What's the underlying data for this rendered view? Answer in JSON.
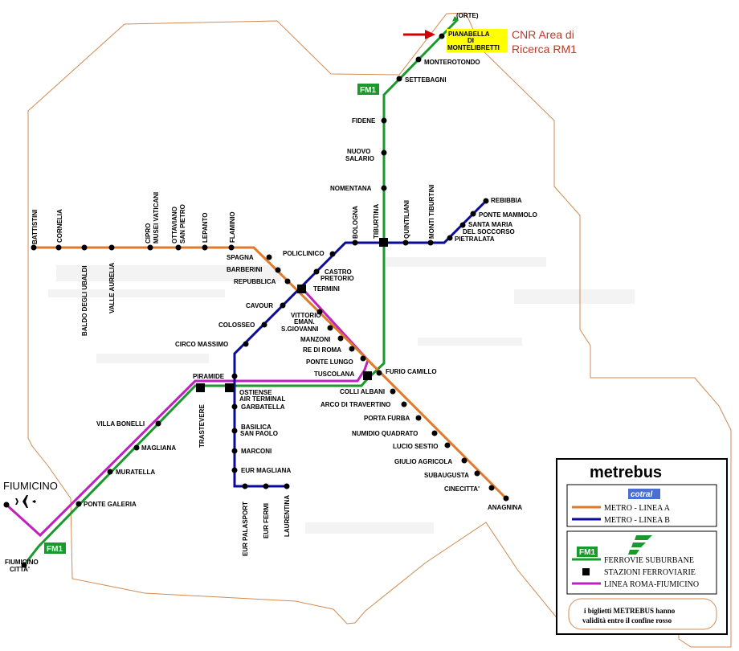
{
  "map": {
    "origin_label": "(ORTE)",
    "cnr_label_line1": "CNR Area di",
    "cnr_label_line2": "Ricerca RM1",
    "fiumicino_label": "FIUMICINO",
    "fm1_badge": "FM1",
    "highlighted_station": "PIANABELLA DI MONTELIBRETTI",
    "colors": {
      "line_a": "#e07a2b",
      "line_b": "#0a0a9c",
      "fm1": "#1a9a2a",
      "fiumicino_express": "#c020c0",
      "boundary": "#d08a50",
      "highlight": "#ffff00",
      "arrow": "#d00000"
    },
    "stations": {
      "orte": "(ORTE)",
      "pianabella_1": "PIANABELLA",
      "pianabella_2": "DI",
      "pianabella_3": "MONTELIBRETTI",
      "monterotondo": "MONTEROTONDO",
      "settebagni": "SETTEBAGNI",
      "fidene": "FIDENE",
      "nuovo_salario_1": "NUOVO",
      "nuovo_salario_2": "SALARIO",
      "nomentana": "NOMENTANA",
      "tiburtina": "TIBURTINA",
      "bologna": "BOLOGNA",
      "quintiliani": "QUINTILIANI",
      "monti_tiburtini": "MONTI TIBURTINI",
      "rebibbia": "REBIBBIA",
      "ponte_mammolo": "PONTE MAMMOLO",
      "santa_maria_1": "SANTA MARIA",
      "santa_maria_2": "DEL SOCCORSO",
      "pietralata": "PIETRALATA",
      "policlinico": "POLICLINICO",
      "castro_pretorio_1": "CASTRO",
      "castro_pretorio_2": "PRETORIO",
      "termini": "TERMINI",
      "battistini": "BATTISTINI",
      "cornelia": "CORNELIA",
      "baldo": "BALDO DEGLI UBALDI",
      "valle_aurelia": "VALLE AURELIA",
      "cipro_1": "CIPRO",
      "cipro_2": "MUSEI VATICANI",
      "ottaviano_1": "OTTAVIANO",
      "ottaviano_2": "SAN PIETRO",
      "lepanto": "LEPANTO",
      "flaminio": "FLAMINIO",
      "spagna": "SPAGNA",
      "barberini": "BARBERINI",
      "repubblica": "REPUBBLICA",
      "cavour": "CAVOUR",
      "vittorio_1": "VITTORIO",
      "vittorio_2": "EMAN.",
      "san_giovanni": "S.GIOVANNI",
      "colosseo": "COLOSSEO",
      "manzoni": "MANZONI",
      "circo_massimo": "CIRCO MASSIMO",
      "re_di_roma": "RE DI ROMA",
      "ponte_lungo": "PONTE LUNGO",
      "tuscolana": "TUSCOLANA",
      "furio_camillo": "FURIO CAMILLO",
      "piramide": "PIRAMIDE",
      "ostiense_1": "OSTIENSE",
      "ostiense_2": "AIR TERMINAL",
      "garbatella": "GARBATELLA",
      "colli_albani": "COLLI ALBANI",
      "arco": "ARCO DI TRAVERTINO",
      "porta_furba": "PORTA FURBA",
      "numidio": "NUMIDIO QUADRATO",
      "lucio_sestio": "LUCIO SESTIO",
      "giulio_agricola": "GIULIO AGRICOLA",
      "subaugusta": "SUBAUGUSTA",
      "cinecitta": "CINECITTA'",
      "anagnina": "ANAGNINA",
      "trastevere": "TRASTEVERE",
      "villa_bonelli": "VILLA BONELLI",
      "magliana": "MAGLIANA",
      "muratella": "MURATELLA",
      "ponte_galeria": "PONTE GALERIA",
      "basilica_1": "BASILICA",
      "basilica_2": "SAN PAOLO",
      "marconi": "MARCONI",
      "eur_magliana": "EUR  MAGLIANA",
      "eur_palasport": "EUR  PALASPORT",
      "eur_fermi": "EUR  FERMI",
      "laurentina": "LAURENTINA",
      "fiumicino_citta_1": "FIUMICINO",
      "fiumicino_citta_2": "CITTA'"
    }
  },
  "legend": {
    "title": "metrebus",
    "cotral_logo": "cotral",
    "line_a": "METRO  - LINEA A",
    "line_b": "METRO  - LINEA B",
    "fm1_badge": "FM1",
    "suburban": "FERROVIE SUBURBANE",
    "stations": "STAZIONI FERROVIARIE",
    "roma_fiumicino": "LINEA ROMA-FIUMICINO",
    "note_line1": "i biglietti METREBUS hanno",
    "note_line2": "validità entro il confine rosso"
  }
}
